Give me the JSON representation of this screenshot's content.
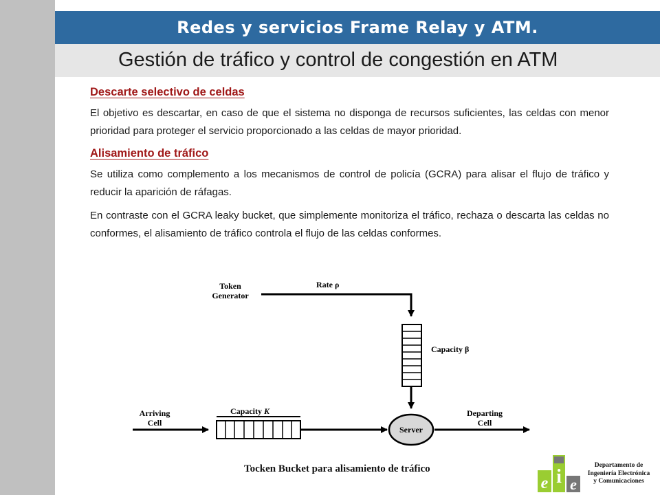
{
  "header": {
    "title": "Redes y servicios Frame Relay y ATM."
  },
  "subheader": {
    "title": "Gestión de tráfico y control de congestión en ATM"
  },
  "sections": [
    {
      "heading": "Descarte selectivo de celdas",
      "paragraphs": [
        "El objetivo es descartar, en caso de que el sistema no disponga de recursos suficientes, las celdas con menor prioridad para proteger el servicio proporcionado a las celdas de mayor prioridad."
      ]
    },
    {
      "heading": "Alisamiento de tráfico",
      "paragraphs": [
        "Se utiliza como complemento a los mecanismos de control de policía (GCRA) para alisar el flujo de tráfico y reducir la aparición de ráfagas.",
        "En contraste con el GCRA leaky bucket, que simplemente monitoriza el tráfico, rechaza o descarta las celdas no conformes, el alisamiento de tráfico controla el flujo de las celdas conformes."
      ]
    }
  ],
  "diagram": {
    "token_generator_line1": "Token",
    "token_generator_line2": "Generator",
    "rate_label": "Rate ρ",
    "capacity_beta_label": "Capacity β",
    "arriving_line1": "Arriving",
    "arriving_line2": "Cell",
    "capacity_k_prefix": "Capacity ",
    "capacity_k_var": "K",
    "server_label": "Server",
    "departing_line1": "Departing",
    "departing_line2": "Cell",
    "caption": "Tocken Bucket para alisamiento de tráfico"
  },
  "logo": {
    "letters": [
      "e",
      "i",
      "e"
    ],
    "dept_lines": [
      "Departamento de",
      "Ingeniería Electrónica",
      "y Comunicaciones"
    ],
    "colors": {
      "green": "#9acd32",
      "gray": "#777777",
      "blue": "#2e6aa0"
    }
  },
  "colors": {
    "header_bg": "#2e6aa0",
    "heading_red": "#a01818",
    "subheader_bg": "#e6e6e6",
    "left_band": "#c0c0c0"
  }
}
